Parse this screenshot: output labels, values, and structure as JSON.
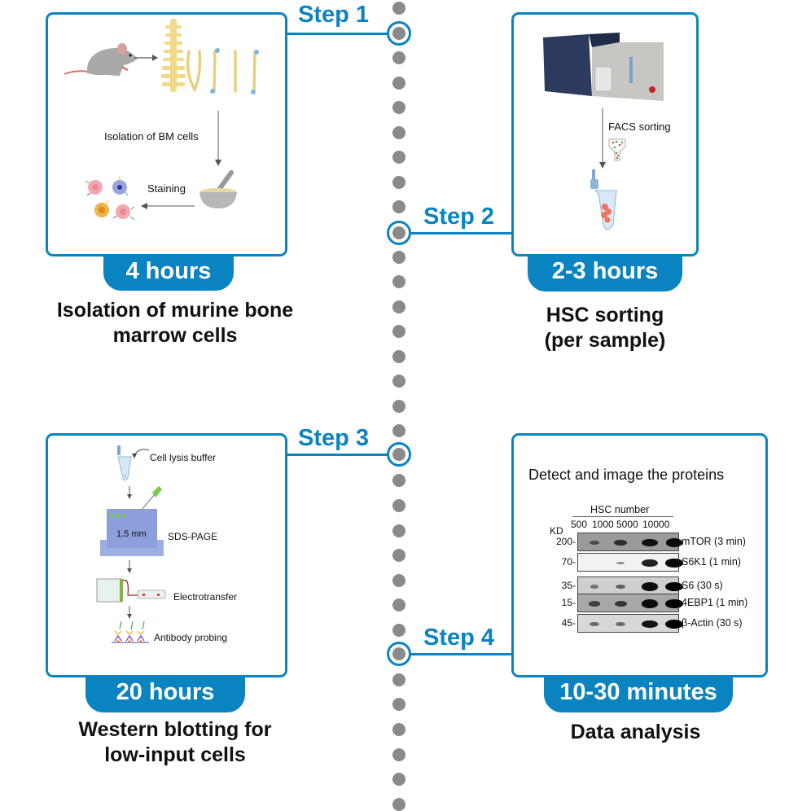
{
  "colors": {
    "accent": "#0a84c1",
    "dot": "#8a8a8a",
    "text": "#111111"
  },
  "timeline": {
    "dot_count": 33
  },
  "steps": [
    {
      "step_label": "Step 1",
      "duration": "4 hours",
      "caption_lines": [
        "Isolation of murine bone",
        "marrow cells"
      ],
      "illustration": {
        "icons": [
          "mouse-icon",
          "spine-icon",
          "bones-icon",
          "mortar-pestle-icon",
          "stained-cells-icon"
        ],
        "labels": {
          "isolation": "Isolation of BM cells",
          "staining": "Staining"
        }
      }
    },
    {
      "step_label": "Step 2",
      "duration": "2-3 hours",
      "caption_lines": [
        "HSC sorting",
        "(per sample)"
      ],
      "illustration": {
        "icons": [
          "flow-cytometer-icon",
          "sorting-funnel-icon",
          "microtube-icon"
        ],
        "labels": {
          "facs": "FACS sorting"
        }
      }
    },
    {
      "step_label": "Step 3",
      "duration": "20 hours",
      "caption_lines": [
        "Western blotting for",
        "low-input cells"
      ],
      "illustration": {
        "icons": [
          "microtube-icon",
          "gel-tank-icon",
          "transfer-apparatus-icon",
          "antibody-icon"
        ],
        "labels": {
          "lysis": "Cell lysis buffer",
          "thickness": "1.5 mm",
          "sds": "SDS-PAGE",
          "transfer": "Electrotransfer",
          "probing": "Antibody probing"
        }
      }
    },
    {
      "step_label": "Step 4",
      "duration": "10-30 minutes",
      "caption_lines": [
        "Data analysis"
      ],
      "illustration": {
        "title": "Detect and image the proteins",
        "blot": {
          "group_label": "HSC number",
          "kd_header": "KD",
          "lanes": [
            "500",
            "1000",
            "5000",
            "10000"
          ],
          "rows": [
            {
              "protein": "mTOR (3 min)",
              "kd": "200",
              "intensity": [
                0.25,
                0.55,
                0.85,
                0.9
              ],
              "bg": "#9a9a9a"
            },
            {
              "protein": "S6K1 (1 min)",
              "kd": "70",
              "intensity": [
                0.0,
                0.1,
                0.8,
                0.95
              ],
              "bg": "#f2f2f2"
            },
            {
              "protein": "S6 (30 s)",
              "kd": "35",
              "intensity": [
                0.15,
                0.3,
                0.9,
                1.0
              ],
              "bg": "#cfcfcf"
            },
            {
              "protein": "4EBP1 (1 min)",
              "kd": "15",
              "intensity": [
                0.4,
                0.5,
                0.9,
                0.95
              ],
              "bg": "#a8a8a8"
            },
            {
              "protein": "β-Actin (30 s)",
              "kd": "45",
              "intensity": [
                0.25,
                0.25,
                0.85,
                1.0
              ],
              "bg": "#d8d8d8"
            }
          ]
        }
      }
    }
  ]
}
